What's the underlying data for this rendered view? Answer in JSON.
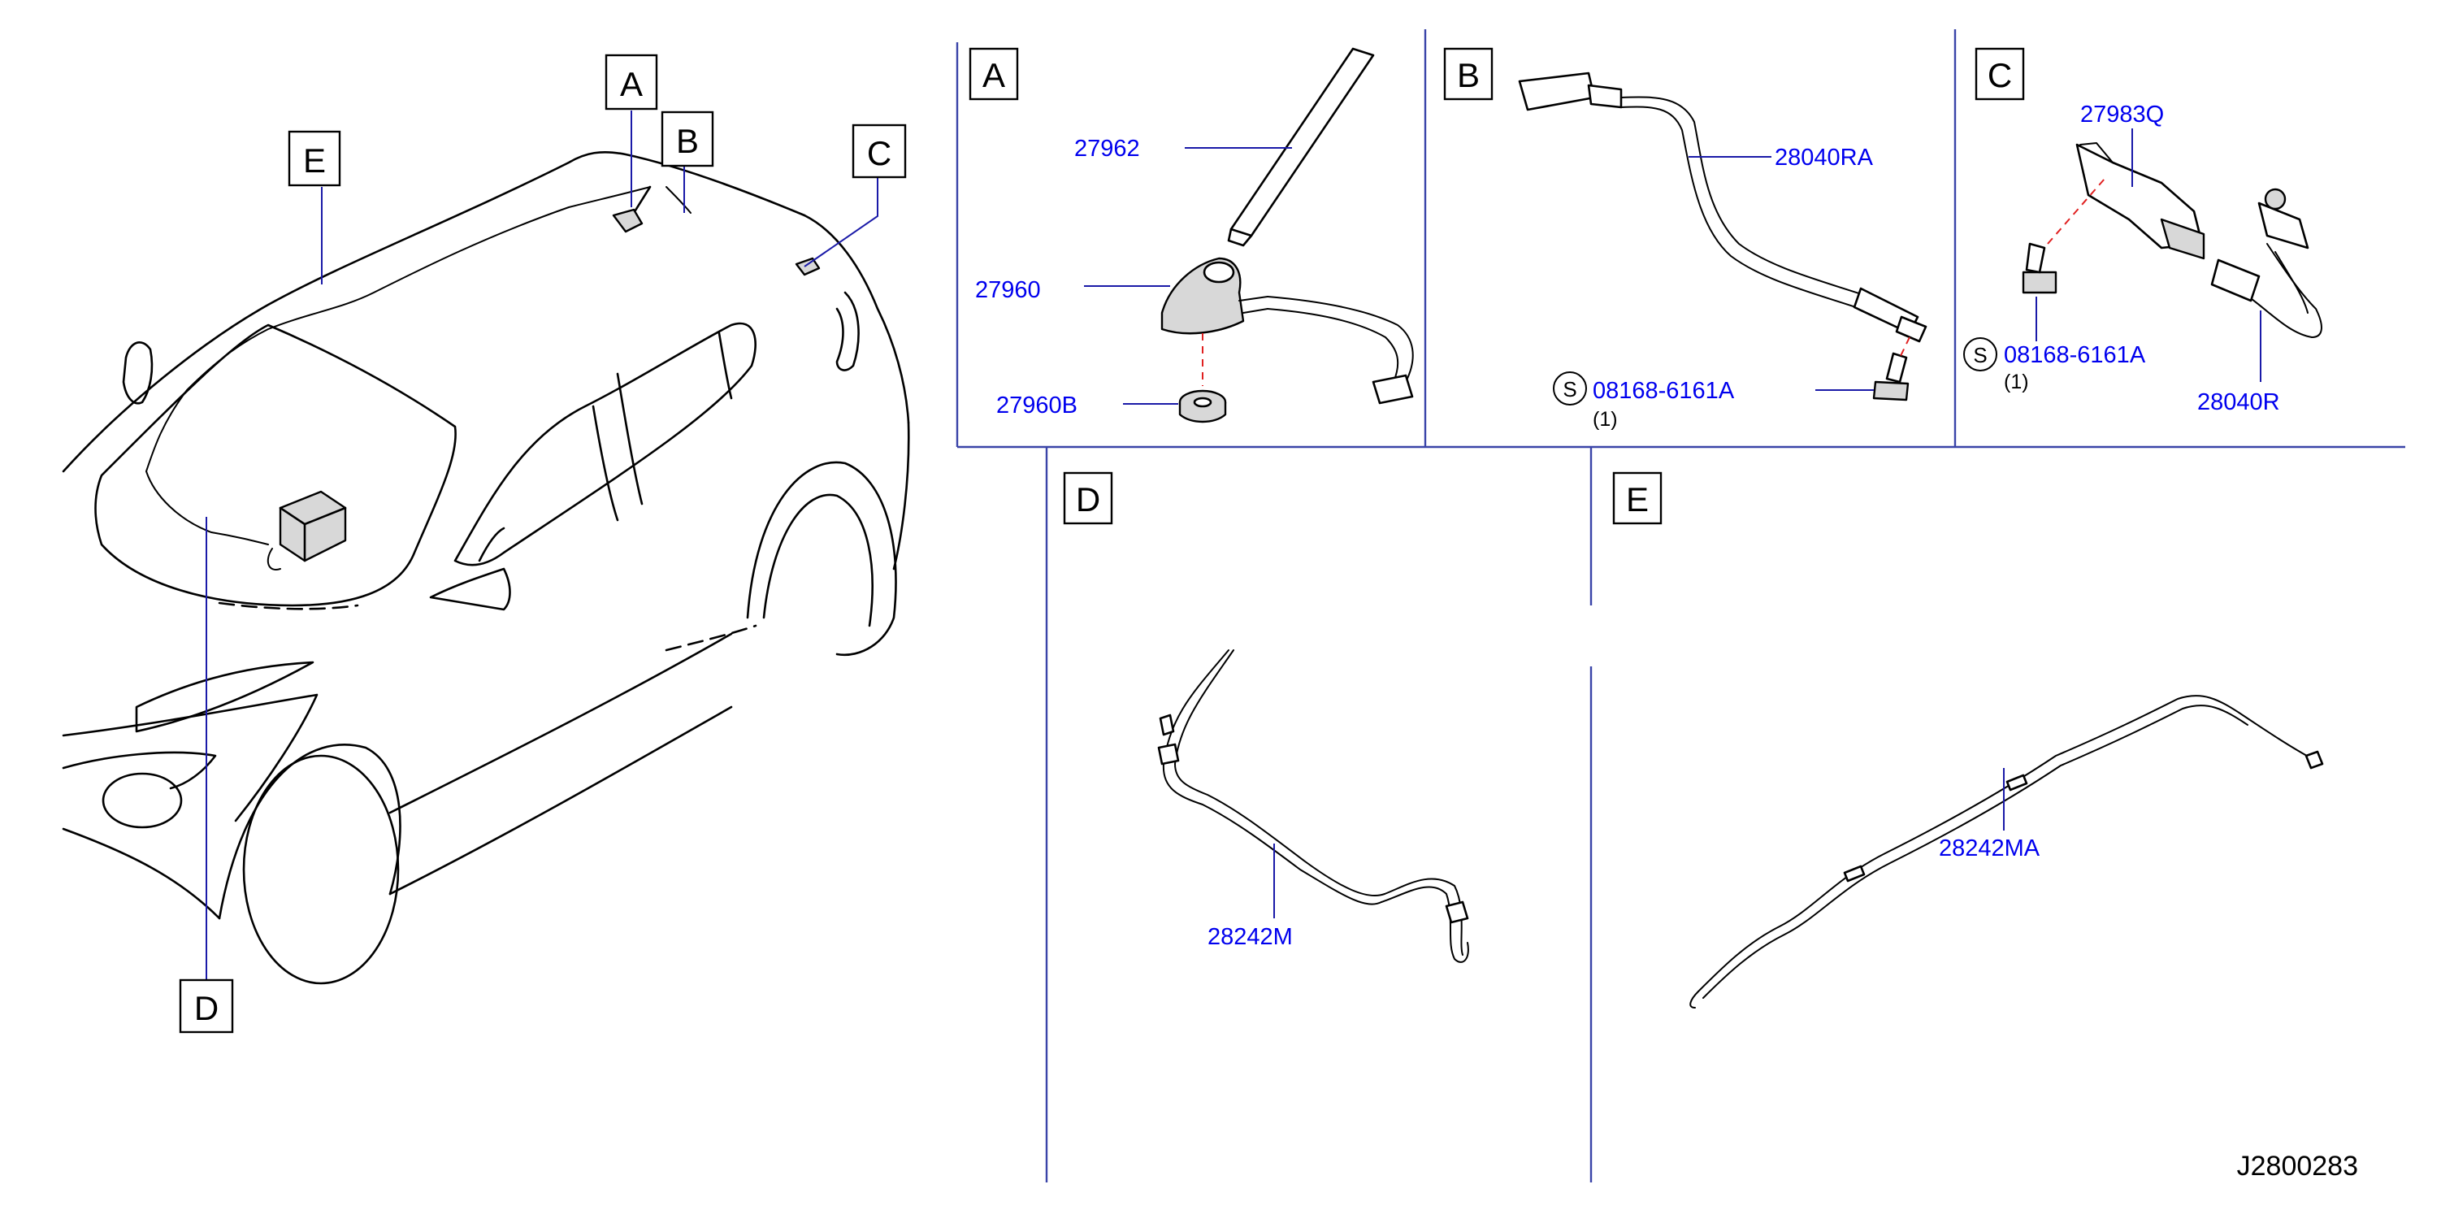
{
  "diagram_id": "J2800283",
  "callouts": [
    "A",
    "B",
    "C",
    "D",
    "E"
  ],
  "panels": {
    "A": {
      "label": "A",
      "parts": [
        "27962",
        "27960",
        "27960B"
      ]
    },
    "B": {
      "label": "B",
      "parts": [
        "28040RA",
        "08168-6161A"
      ],
      "std_symbol": "S",
      "qty": "(1)"
    },
    "C": {
      "label": "C",
      "parts": [
        "27983Q",
        "08168-6161A",
        "28040R"
      ],
      "std_symbol": "S",
      "qty": "(1)"
    },
    "D": {
      "label": "D",
      "parts": [
        "28242M"
      ]
    },
    "E": {
      "label": "E",
      "parts": [
        "28242MA"
      ]
    }
  }
}
